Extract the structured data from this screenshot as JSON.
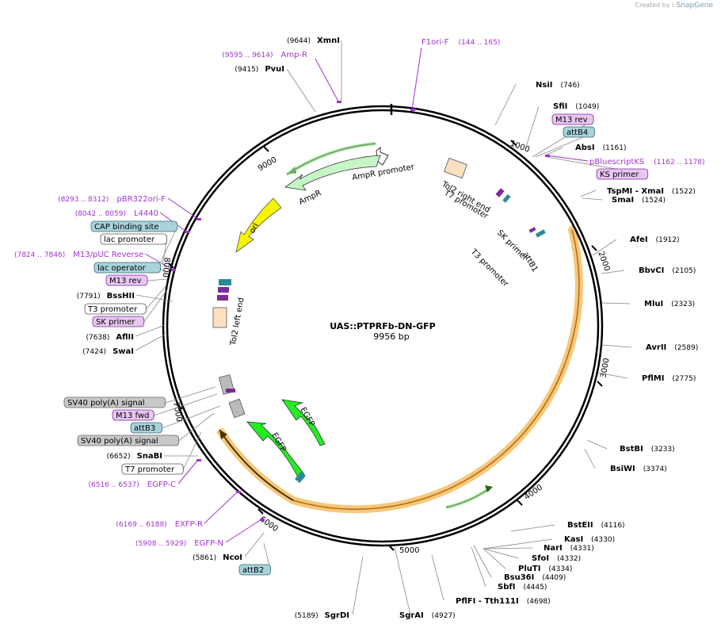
{
  "credit": {
    "prefix": "Created by",
    "brand": "SnapGene"
  },
  "plasmid": {
    "name": "UAS::PTPRFb-DN-GFP",
    "length_label": "9956 bp",
    "length": 9956
  },
  "ticks": [
    "1000",
    "2000",
    "3000",
    "4000",
    "5000",
    "6000",
    "7000",
    "8000",
    "9000"
  ],
  "enzymes": [
    {
      "name": "NsiI",
      "pos": "(746)",
      "side": "right"
    },
    {
      "name": "SfiI",
      "pos": "(1049)",
      "side": "right"
    },
    {
      "name": "AbsI",
      "pos": "(1161)",
      "side": "right"
    },
    {
      "name": "TspMI  - XmaI",
      "pos": "(1522)",
      "side": "right"
    },
    {
      "name": "SmaI",
      "pos": "(1524)",
      "side": "right"
    },
    {
      "name": "AfeI",
      "pos": "(1912)",
      "side": "right"
    },
    {
      "name": "BbvCI",
      "pos": "(2105)",
      "side": "right"
    },
    {
      "name": "MluI",
      "pos": "(2323)",
      "side": "right"
    },
    {
      "name": "AvrII",
      "pos": "(2589)",
      "side": "right"
    },
    {
      "name": "PflMI",
      "pos": "(2775)",
      "side": "right"
    },
    {
      "name": "BstBI",
      "pos": "(3233)",
      "side": "right"
    },
    {
      "name": "BsiWI",
      "pos": "(3374)",
      "side": "right"
    },
    {
      "name": "BstEII",
      "pos": "(4116)",
      "side": "right"
    },
    {
      "name": "KasI",
      "pos": "(4330)",
      "side": "right"
    },
    {
      "name": "NarI",
      "pos": "(4331)",
      "side": "right"
    },
    {
      "name": "SfoI",
      "pos": "(4332)",
      "side": "right"
    },
    {
      "name": "PluTI",
      "pos": "(4334)",
      "side": "right"
    },
    {
      "name": "Bsu36I",
      "pos": "(4409)",
      "side": "right"
    },
    {
      "name": "SbfI",
      "pos": "(4445)",
      "side": "right"
    },
    {
      "name": "PflFI  - Tth111I",
      "pos": "(4698)",
      "side": "right"
    },
    {
      "name": "SgrAI",
      "pos": "(4927)",
      "side": "right"
    },
    {
      "name": "SgrDI",
      "pos": "(5189)",
      "side": "left"
    },
    {
      "name": "NcoI",
      "pos": "(5861)",
      "side": "left"
    },
    {
      "name": "SnaBI",
      "pos": "(6652)",
      "side": "left"
    },
    {
      "name": "SwaI",
      "pos": "(7424)",
      "side": "left"
    },
    {
      "name": "AflII",
      "pos": "(7638)",
      "side": "left"
    },
    {
      "name": "BssHII",
      "pos": "(7791)",
      "side": "left"
    },
    {
      "name": "PvuI",
      "pos": "(9415)",
      "side": "left"
    },
    {
      "name": "XmnI",
      "pos": "(9644)",
      "side": "left"
    }
  ],
  "primers": [
    {
      "name": "F1ori-F",
      "pos": "(144 .. 165)"
    },
    {
      "name": "pBluescriptKS",
      "pos": "(1162 .. 1178)"
    },
    {
      "name": "Amp-R",
      "pos": "(9595 .. 9614)"
    },
    {
      "name": "pBR322ori-F",
      "pos": "(8293 .. 8312)"
    },
    {
      "name": "L4440",
      "pos": "(8042 .. 8059)"
    },
    {
      "name": "M13/pUC Reverse",
      "pos": "(7824 .. 7846)"
    },
    {
      "name": "EGFP-C",
      "pos": "(6516 .. 6537)"
    },
    {
      "name": "EXFP-R",
      "pos": "(6169 .. 6188)"
    },
    {
      "name": "EGFP-N",
      "pos": "(5908 .. 5929)"
    }
  ],
  "boxes": [
    {
      "label": "M13 rev",
      "style": "primer"
    },
    {
      "label": "attB4",
      "style": "teal"
    },
    {
      "label": "KS primer",
      "style": "primer"
    },
    {
      "label": "CAP binding site",
      "style": "teal"
    },
    {
      "label": "lac promoter",
      "style": "white"
    },
    {
      "label": "lac operator",
      "style": "teal"
    },
    {
      "label": "M13 rev",
      "style": "primer"
    },
    {
      "label": "T3 promoter",
      "style": "white"
    },
    {
      "label": "SK primer",
      "style": "primer"
    },
    {
      "label": "SV40 poly(A) signal",
      "style": "gray"
    },
    {
      "label": "M13 fwd",
      "style": "primer"
    },
    {
      "label": "attB3",
      "style": "teal"
    },
    {
      "label": "SV40 poly(A) signal",
      "style": "gray"
    },
    {
      "label": "T7 promoter",
      "style": "white"
    },
    {
      "label": "attB2",
      "style": "teal"
    }
  ],
  "features": [
    {
      "label": "AmpR promoter"
    },
    {
      "label": "AmpR"
    },
    {
      "label": "ori"
    },
    {
      "label": "Tol2 right end"
    },
    {
      "label": "T7 promoter"
    },
    {
      "label": "SK primer"
    },
    {
      "label": "attB1"
    },
    {
      "label": "T3 promoter"
    },
    {
      "label": "Tol2 left end"
    },
    {
      "label": "EGFP"
    },
    {
      "label": "EGFP"
    }
  ],
  "colors": {
    "backbone": "#000000",
    "primer_text": "#a233d0",
    "primer_box_fill": "#e8c6f2",
    "teal_box_fill": "#a7d3dc",
    "gray_box_fill": "#c8c8c8",
    "orange_highlight": "#f5c87a",
    "ampr_fill": "#c6f5c6",
    "ori_fill": "#f5f500",
    "egfp_fill": "#22ee22"
  }
}
